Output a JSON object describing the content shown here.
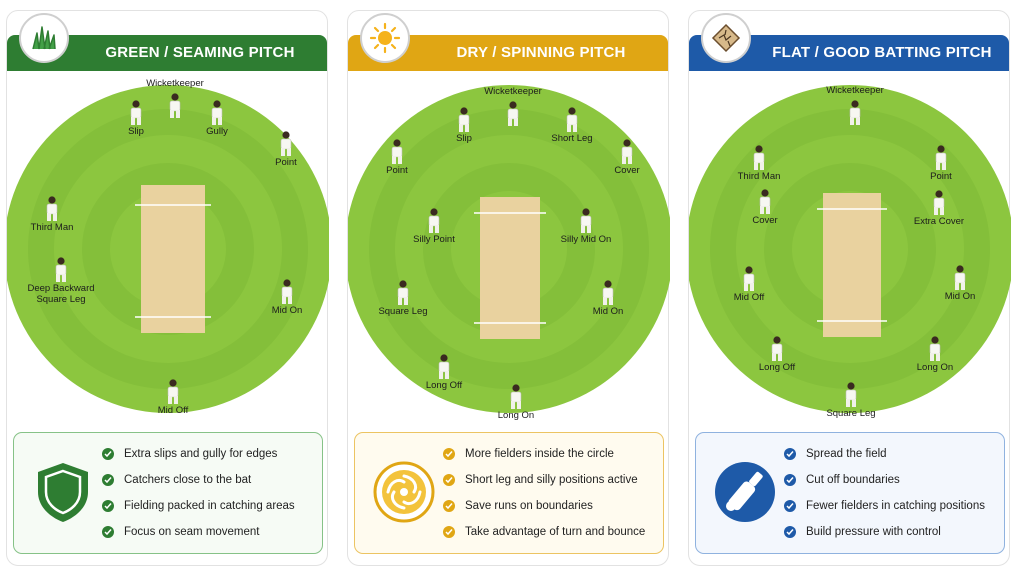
{
  "colors": {
    "green": "#2e7d32",
    "yellow": "#e0a614",
    "blue": "#1e5aa8",
    "grass_light": "#8cc63f",
    "grass_dark": "#6aaa2e",
    "pitch": "#e9d29f"
  },
  "panels": [
    {
      "title": "GREEN / SEAMING PITCH",
      "badge_icon": "grass-icon",
      "info_icon": "shield-icon",
      "fielders": [
        "Wicketkeeper",
        "Slip",
        "Gully",
        "Point",
        "Third Man",
        "Deep Backward Square Leg",
        "Mid On",
        "Mid Off"
      ],
      "points": [
        "Extra slips and gully for edges",
        "Catchers close to the bat",
        "Fielding packed in catching areas",
        "Focus on seam movement"
      ]
    },
    {
      "title": "DRY / SPINNING PITCH",
      "badge_icon": "sun-icon",
      "info_icon": "spin-swirl-icon",
      "fielders": [
        "Wicketkeeper",
        "Slip",
        "Short Leg",
        "Point",
        "Cover",
        "Silly Point",
        "Silly Mid On",
        "Square Leg",
        "Mid On",
        "Long Off",
        "Long On"
      ],
      "points": [
        "More fielders inside the circle",
        "Short leg and silly positions active",
        "Save runs on boundaries",
        "Take advantage of turn and bounce"
      ]
    },
    {
      "title": "FLAT / GOOD BATTING PITCH",
      "badge_icon": "cracked-pitch-icon",
      "info_icon": "bat-and-ball-icon",
      "fielders": [
        "Wicketkeeper",
        "Third Man",
        "Point",
        "Cover",
        "Extra Cover",
        "Mid Off",
        "Mid On",
        "Long Off",
        "Long On",
        "Square Leg"
      ],
      "points": [
        "Spread the field",
        "Cut off boundaries",
        "Fewer fielders in catching positions",
        "Build pressure with control"
      ]
    }
  ]
}
